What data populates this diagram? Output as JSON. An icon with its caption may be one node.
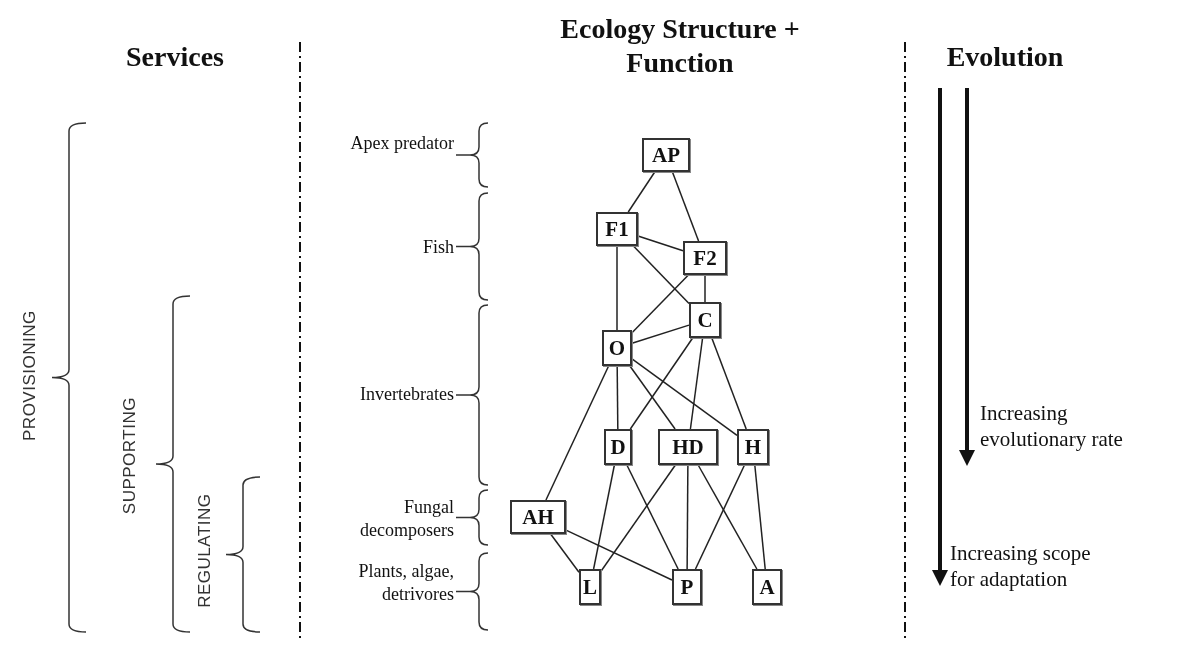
{
  "diagram": {
    "nodes": [
      {
        "text": [
          "AP"
        ]
      },
      {
        "text": [
          "F1"
        ]
      },
      {
        "text": [
          "F2"
        ]
      },
      {
        "text": [
          "C"
        ]
      },
      {
        "text": [
          "O"
        ]
      },
      {
        "text": [
          "D"
        ]
      },
      {
        "text": [
          "HD"
        ]
      },
      {
        "text": [
          "H"
        ]
      },
      {
        "text": [
          "AH"
        ]
      },
      {
        "text": [
          "L"
        ]
      },
      {
        "text": [
          "P"
        ]
      },
      {
        "text": [
          "A"
        ]
      }
    ],
    "edges": [
      {
        "from": 0,
        "to": 1,
        "arrow": "none"
      },
      {
        "from": 0,
        "to": 2,
        "arrow": "none"
      },
      {
        "from": 1,
        "to": 2,
        "arrow": "none"
      },
      {
        "from": 1,
        "to": 4,
        "arrow": "none"
      },
      {
        "from": 1,
        "to": 3,
        "arrow": "none"
      },
      {
        "from": 2,
        "to": 4,
        "arrow": "none"
      },
      {
        "from": 2,
        "to": 3,
        "arrow": "none"
      },
      {
        "from": 4,
        "to": 3,
        "arrow": "none"
      },
      {
        "from": 4,
        "to": 8,
        "arrow": "none"
      },
      {
        "from": 4,
        "to": 5,
        "arrow": "none"
      },
      {
        "from": 4,
        "to": 6,
        "arrow": "none"
      },
      {
        "from": 4,
        "to": 7,
        "arrow": "none"
      },
      {
        "from": 3,
        "to": 5,
        "arrow": "none"
      },
      {
        "from": 3,
        "to": 6,
        "arrow": "none"
      },
      {
        "from": 3,
        "to": 7,
        "arrow": "none"
      },
      {
        "from": 5,
        "to": 9,
        "arrow": "none"
      },
      {
        "from": 5,
        "to": 10,
        "arrow": "none"
      },
      {
        "from": 6,
        "to": 9,
        "arrow": "none"
      },
      {
        "from": 6,
        "to": 10,
        "arrow": "none"
      },
      {
        "from": 6,
        "to": 11,
        "arrow": "none"
      },
      {
        "from": 7,
        "to": 10,
        "arrow": "none"
      },
      {
        "from": 7,
        "to": 11,
        "arrow": "none"
      },
      {
        "from": 8,
        "to": 9,
        "arrow": "none"
      },
      {
        "from": 8,
        "to": 10,
        "arrow": "none"
      }
    ],
    "labels": [
      "Services",
      "Ecology Structure + Function",
      "Evolution",
      "Apex predator",
      "Fish",
      "PROVISIONING",
      "Invertebrates",
      "SUPPORTING",
      "Increasing evolutionary rate",
      "REGULATING",
      "Fungal decomposers",
      "Plants, algae, detrivores",
      "Increasing scope for adaptation"
    ]
  }
}
